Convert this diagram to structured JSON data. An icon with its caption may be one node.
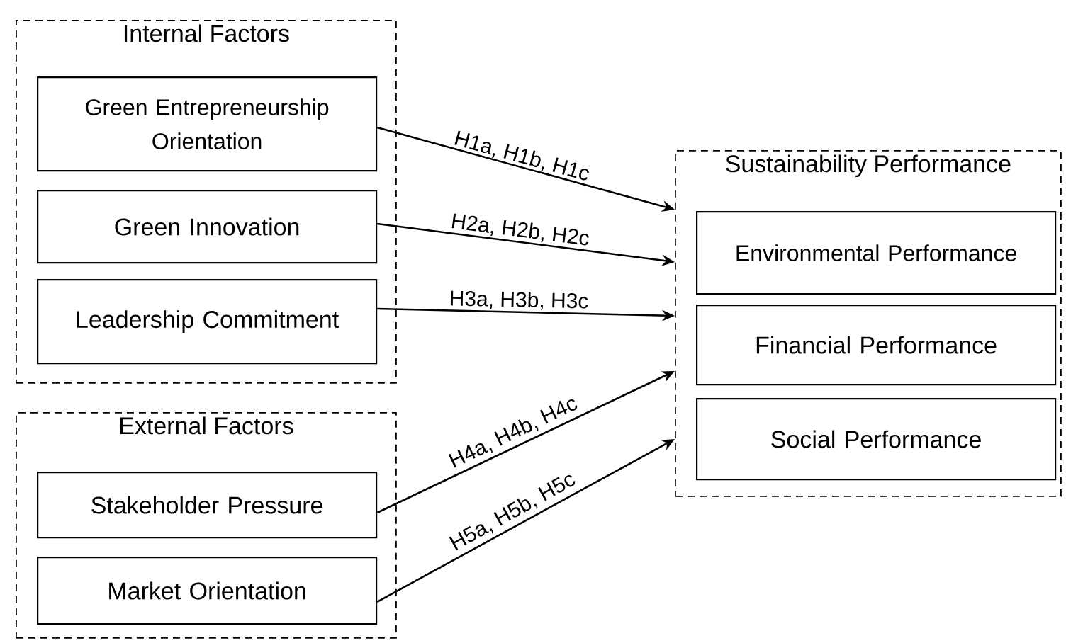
{
  "diagram": {
    "nodes": [
      {
        "text": [
          "Internal Factors"
        ]
      },
      {
        "text": [
          "Green Entrepreneurship Orientation"
        ],
        "in": 0
      },
      {
        "text": [
          "Green Innovation"
        ],
        "in": 0
      },
      {
        "text": [
          "Leadership Commitment"
        ],
        "in": 0
      },
      {
        "text": [
          "External Factors"
        ]
      },
      {
        "text": [
          "Stakeholder Pressure"
        ],
        "in": 4
      },
      {
        "text": [
          "Market Orientation"
        ],
        "in": 4
      },
      {
        "text": [
          "Sustainability Performance"
        ]
      },
      {
        "text": [
          "Environmental Performance"
        ],
        "in": 7
      },
      {
        "text": [
          "Financial Performance"
        ],
        "in": 7
      },
      {
        "text": [
          "Social Performance"
        ],
        "in": 7
      }
    ],
    "edges": [
      {
        "from": 1,
        "to": 7,
        "arrow": "to",
        "label": "H1a, H1b, H1c"
      },
      {
        "from": 2,
        "to": 7,
        "arrow": "to",
        "label": "H2a, H2b, H2c"
      },
      {
        "from": 3,
        "to": 7,
        "arrow": "to",
        "label": "H3a, H3b, H3c"
      },
      {
        "from": 5,
        "to": 7,
        "arrow": "to",
        "label": "H4a, H4b, H4c"
      },
      {
        "from": 6,
        "to": 7,
        "arrow": "to",
        "label": "H5a, H5b, H5c"
      }
    ]
  }
}
